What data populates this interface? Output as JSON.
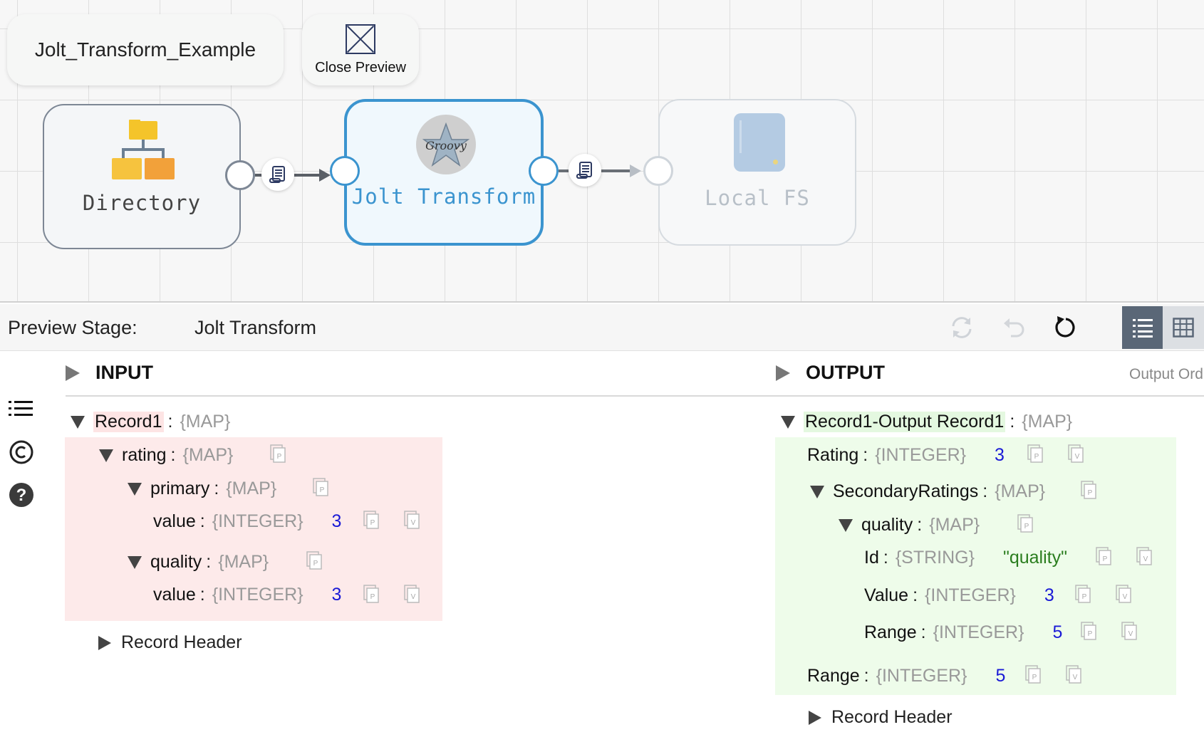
{
  "pipeline": {
    "title": "Jolt_Transform_Example",
    "close_preview_label": "Close Preview"
  },
  "stages": {
    "directory": "Directory",
    "jolt": "Jolt Transform",
    "local_fs": "Local FS"
  },
  "preview": {
    "stage_label": "Preview Stage:",
    "stage_name": "Jolt Transform"
  },
  "input": {
    "header": "INPUT",
    "record": {
      "key": "Record1",
      "type": "{MAP}"
    },
    "rating": {
      "key": "rating",
      "type": "{MAP}"
    },
    "primary": {
      "key": "primary",
      "type": "{MAP}"
    },
    "primary_value": {
      "key": "value",
      "type": "{INTEGER}",
      "value": "3"
    },
    "quality": {
      "key": "quality",
      "type": "{MAP}"
    },
    "quality_value": {
      "key": "value",
      "type": "{INTEGER}",
      "value": "3"
    },
    "record_header": "Record Header"
  },
  "output": {
    "header": "OUTPUT",
    "order_label": "Output Ord",
    "record": {
      "key": "Record1-Output Record1",
      "type": "{MAP}"
    },
    "rating": {
      "key": "Rating",
      "type": "{INTEGER}",
      "value": "3"
    },
    "secondary": {
      "key": "SecondaryRatings",
      "type": "{MAP}"
    },
    "quality": {
      "key": "quality",
      "type": "{MAP}"
    },
    "id": {
      "key": "Id",
      "type": "{STRING}",
      "value": "\"quality\""
    },
    "value": {
      "key": "Value",
      "type": "{INTEGER}",
      "value": "3"
    },
    "range_inner": {
      "key": "Range",
      "type": "{INTEGER}",
      "value": "5"
    },
    "range": {
      "key": "Range",
      "type": "{INTEGER}",
      "value": "5"
    },
    "record_header": "Record Header"
  },
  "colors": {
    "accent": "#3b94cf",
    "input_bg": "#fdeaea",
    "output_bg": "#eefcea",
    "number": "#1a1ad6",
    "string": "#2a7d1e"
  }
}
